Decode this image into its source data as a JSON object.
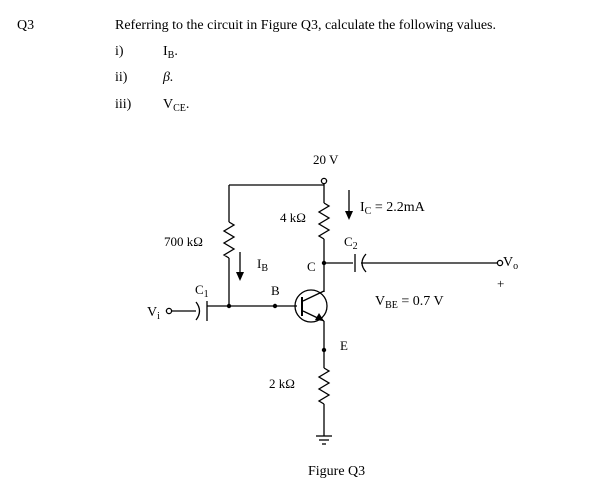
{
  "question": {
    "number": "Q3",
    "prompt": "Referring to the circuit in Figure Q3, calculate the following values.",
    "items": [
      {
        "marker": "i)",
        "main": "I",
        "sub": "B",
        "tail": "."
      },
      {
        "marker": "ii)",
        "main": "β",
        "sub": "",
        "tail": "."
      },
      {
        "marker": "iii)",
        "main": "V",
        "sub": "CE",
        "tail": "."
      }
    ]
  },
  "circuit": {
    "supply": "20 V",
    "rc": "4 kΩ",
    "rb": "700 kΩ",
    "re": "2 kΩ",
    "ic_main": "I",
    "ic_sub": "C",
    "ic_value": "= 2.2mA",
    "ib_main": "I",
    "ib_sub": "B",
    "c1_main": "C",
    "c1_sub": "1",
    "c2_main": "C",
    "c2_sub": "2",
    "node_c": "C",
    "node_b": "B",
    "node_e": "E",
    "vbe_main": "V",
    "vbe_sub": "BE",
    "vbe_value": "= 0.7 V",
    "vi_main": "V",
    "vi_sub": "i",
    "vo_main": "V",
    "vo_sub": "o",
    "vo_plus": "+"
  },
  "figure_caption": "Figure Q3"
}
